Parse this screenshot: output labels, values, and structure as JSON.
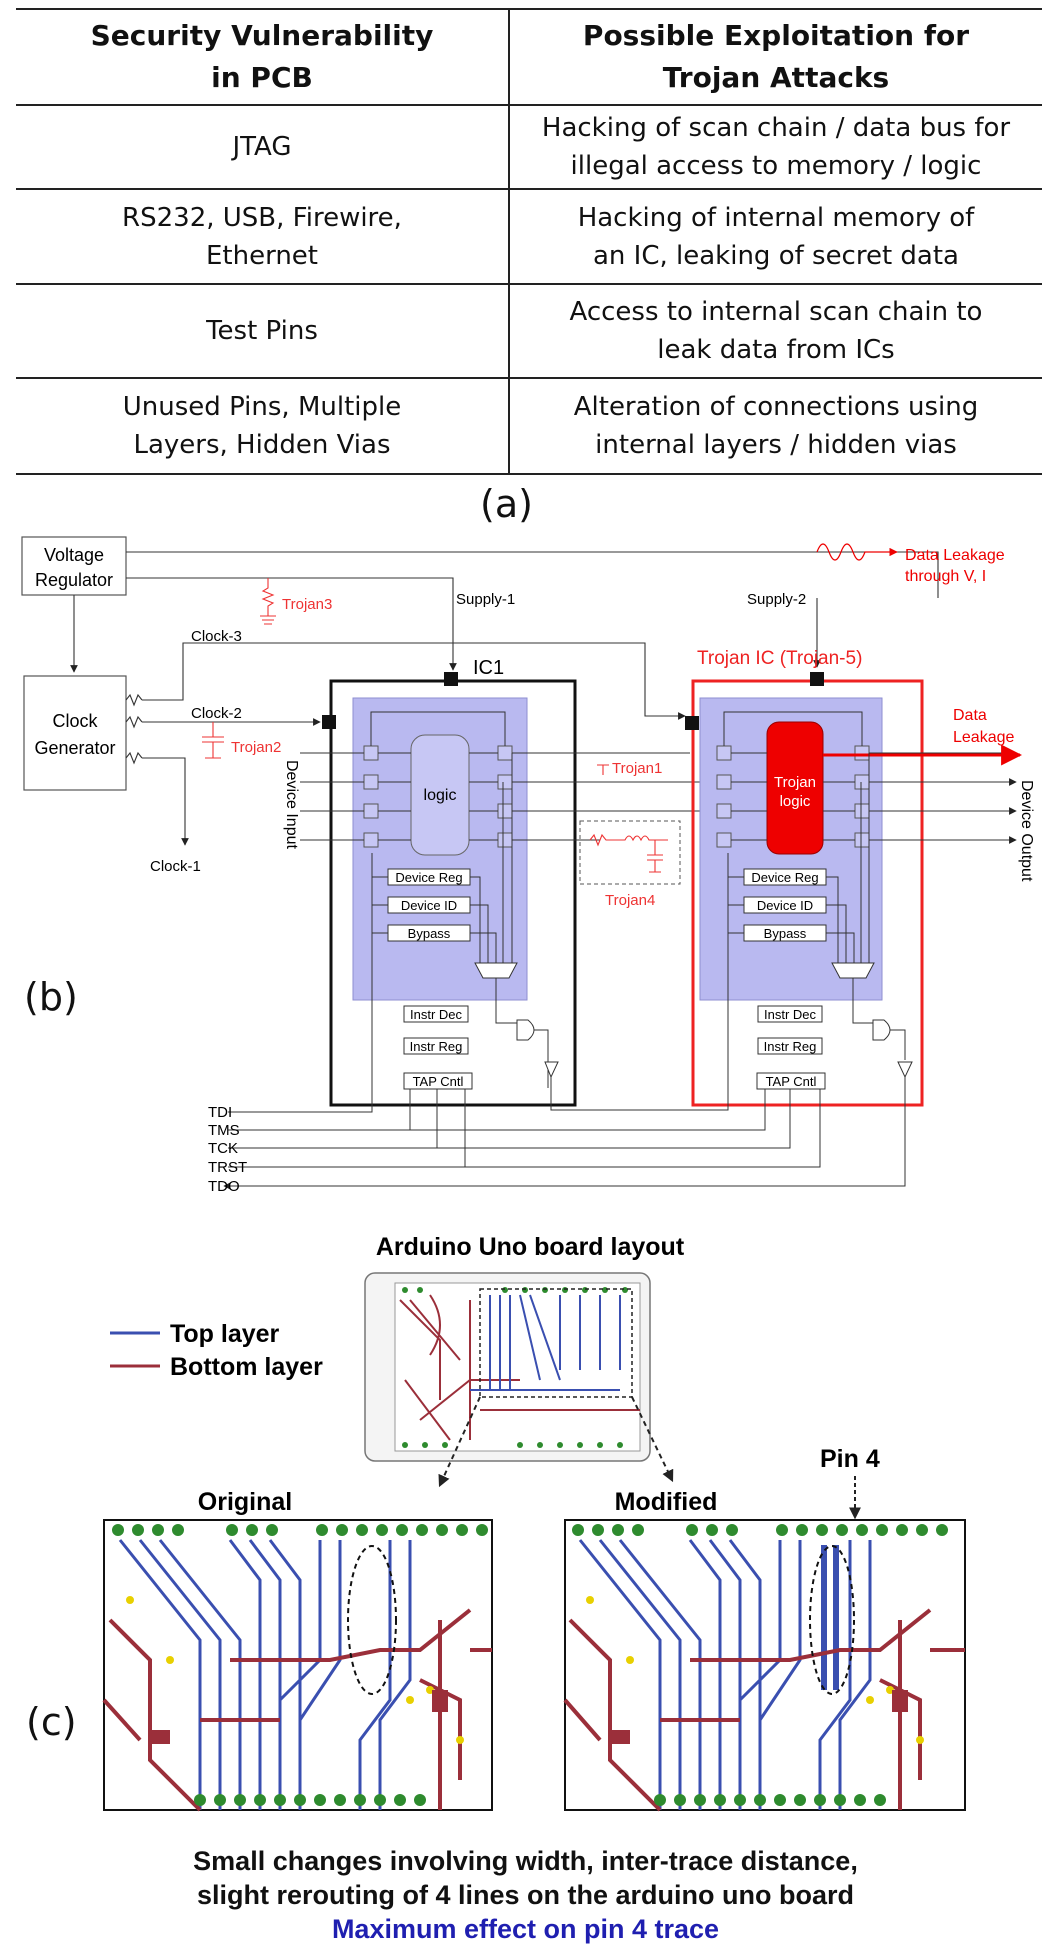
{
  "table": {
    "headers": [
      "Security Vulnerability\nin PCB",
      "Possible Exploitation for\nTrojan Attacks"
    ],
    "rows": [
      [
        "JTAG",
        "Hacking of scan chain / data bus for\nillegal access to memory / logic"
      ],
      [
        "RS232, USB, Firewire,\nEthernet",
        "Hacking of internal memory of\nan IC, leaking of secret data"
      ],
      [
        "Test Pins",
        "Access to internal scan chain to\nleak data from ICs"
      ],
      [
        "Unused Pins, Multiple\nLayers, Hidden Vias",
        "Alteration of connections using\ninternal layers / hidden vias"
      ]
    ]
  },
  "panel_labels": {
    "a": "(a)",
    "b": "(b)",
    "c": "(c)"
  },
  "diagram": {
    "voltage_regulator": [
      "Voltage",
      "Regulator"
    ],
    "clock_generator": [
      "Clock",
      "Generator"
    ],
    "clock1": "Clock-1",
    "clock2": "Clock-2",
    "clock3": "Clock-3",
    "supply1": "Supply-1",
    "supply2": "Supply-2",
    "ic1": "IC1",
    "trojan_ic": "Trojan IC (Trojan-5)",
    "trojan1": "Trojan1",
    "trojan2": "Trojan2",
    "trojan3": "Trojan3",
    "trojan4": "Trojan4",
    "logic": "logic",
    "trojan_logic": [
      "Trojan",
      "logic"
    ],
    "device_input": "Device Input",
    "device_output": "Device Output",
    "data_leakage_vi": [
      "Data   Leakage",
      "through V, I"
    ],
    "data_leakage": [
      "Data",
      "Leakage"
    ],
    "device_reg": "Device Reg",
    "device_id": "Device ID",
    "bypass": "Bypass",
    "instr_dec": "Instr Dec",
    "instr_reg": "Instr Reg",
    "tap_cntl": "TAP Cntl",
    "jtag_pins": [
      "TDI",
      "TMS",
      "TCK",
      "TRST",
      "TDO"
    ]
  },
  "board": {
    "title": "Arduino Uno board layout",
    "legend_top": "Top layer",
    "legend_bottom": "Bottom layer",
    "original": "Original",
    "modified": "Modified",
    "pin4": "Pin 4",
    "colors": {
      "top": "#3a4fb0",
      "bottom": "#9b2f3a",
      "pad": "#2e8b2e",
      "via": "#e8d000"
    }
  },
  "caption": {
    "line1": "Small changes involving width, inter-trace distance,",
    "line2": "slight rerouting of 4 lines on the arduino uno board",
    "line3": "Maximum effect on pin 4 trace"
  }
}
